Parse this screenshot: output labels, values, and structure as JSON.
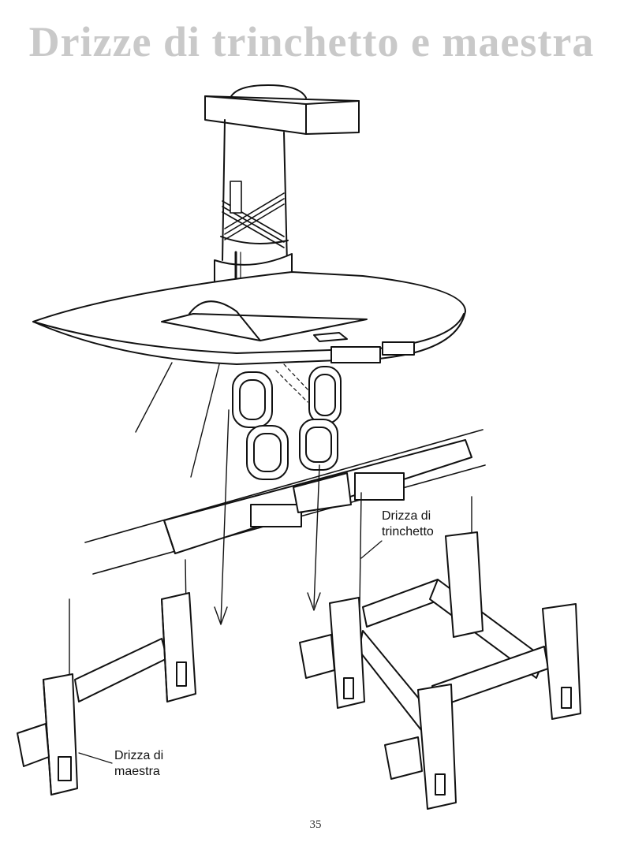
{
  "page": {
    "title": "Drizze di trinchetto e maestra",
    "page_number": "35"
  },
  "labels": {
    "trinchetto_line1": "Drizza di",
    "trinchetto_line2": "trinchetto",
    "maestra_line1": "Drizza di",
    "maestra_line2": "maestra"
  }
}
